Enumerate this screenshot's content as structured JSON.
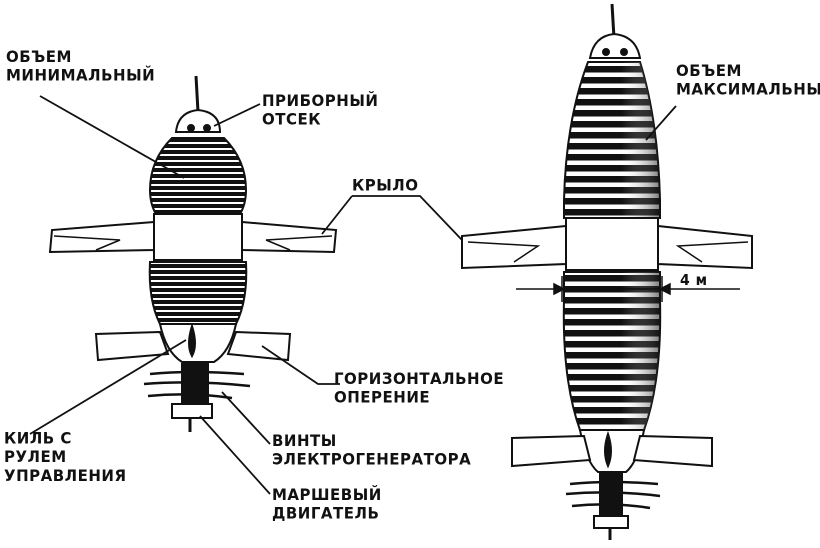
{
  "labels": {
    "volume_min": "ОБЪЕМ\nМИНИМАЛЬНЫЙ",
    "instrument_bay": "ПРИБОРНЫЙ\nОТСЕК",
    "wing": "КРЫЛО",
    "volume_max": "ОБЪЕМ\nМАКСИМАЛЬНЫЙ",
    "horizontal_tail": "ГОРИЗОНТАЛЬНОЕ\nОПЕРЕНИЕ",
    "fin_rudder": "КИЛЬ С\nРУЛЕМ\nУПРАВЛЕНИЯ",
    "generator_props": "ВИНТЫ\nЭЛЕКТРОГЕНЕРАТОРА",
    "main_engine": "МАРШЕВЫЙ\nДВИГАТЕЛЬ",
    "dimension": "4 м"
  },
  "colors": {
    "ink": "#111111",
    "paper": "#ffffff"
  }
}
